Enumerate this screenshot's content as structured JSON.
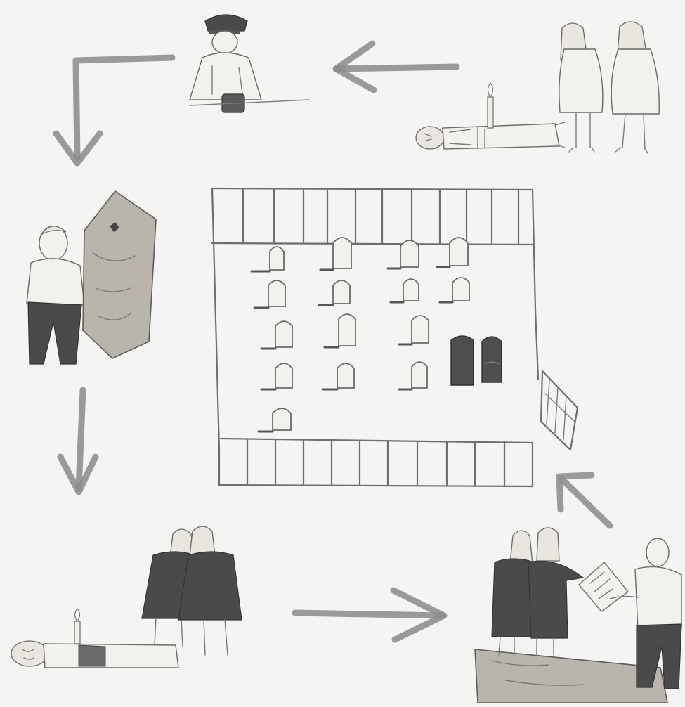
{
  "illustration": {
    "style": "pencil sketch",
    "panels": [
      "mourners-by-body",
      "officer-doctor",
      "coffin-maker",
      "sisters-by-body",
      "coffin-payment",
      "cemetery-plan"
    ],
    "colors": {
      "paper": "#f4f4f2",
      "graphite": "#6e6e6e",
      "dark-coat": "#4a4a4a"
    }
  }
}
